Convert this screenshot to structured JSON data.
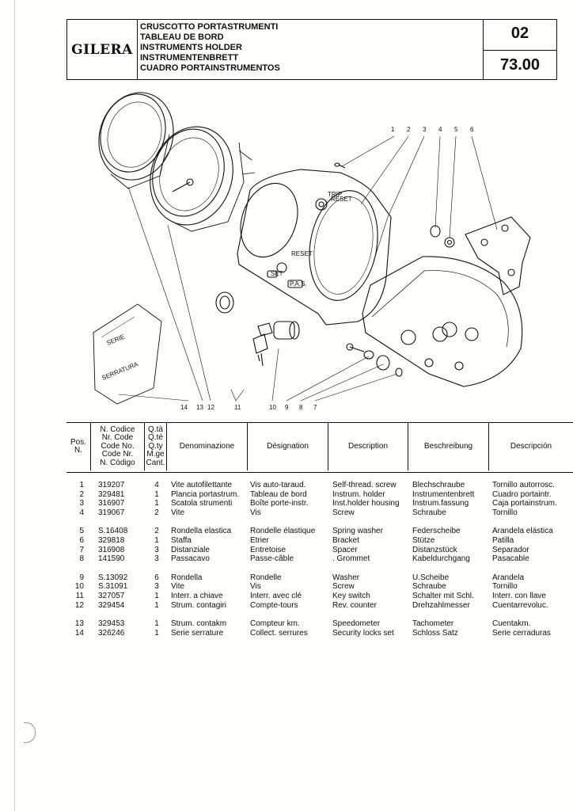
{
  "header": {
    "brand": "GILERA",
    "titles": [
      "CRUSCOTTO PORTASTRUMENTI",
      "TABLEAU DE BORD",
      "INSTRUMENTS HOLDER",
      "INSTRUMENTENBRETT",
      "CUADRO PORTAINSTRUMENTOS"
    ],
    "table_no": "02",
    "page_no": "73.00"
  },
  "drawing": {
    "callouts_top": [
      "1",
      "2",
      "3",
      "4",
      "5",
      "6"
    ],
    "callouts_bottom": [
      "14",
      "13",
      "12",
      "11",
      "10",
      "9",
      "8",
      "7"
    ],
    "bag_text": [
      "SERIE",
      "SERRATURA"
    ],
    "panel_text": [
      "TRIP",
      "RESET",
      "SET",
      "RESET",
      "P.A.S."
    ]
  },
  "columns": {
    "pos": [
      "Pos.",
      "N."
    ],
    "code": [
      "N. Codice",
      "Nr. Code",
      "Code No.",
      "Code Nr.",
      "N. Código"
    ],
    "qty": [
      "Q.tà",
      "Q.té",
      "Q.ty",
      "M.ge",
      "Cant."
    ],
    "it": "Denominazione",
    "fr": "Désignation",
    "en": "Description",
    "de": "Beschreibung",
    "es": "Descripción"
  },
  "rows": [
    {
      "pos": "1",
      "code": "319207",
      "qty": "4",
      "it": "Vite autofilettante",
      "fr": "Vis auto-taraud.",
      "en": "Self-thread. screw",
      "de": "Blechschraube",
      "es": "Tornillo autorrosc."
    },
    {
      "pos": "2",
      "code": "329481",
      "qty": "1",
      "it": "Plancia portastrum.",
      "fr": "Tableau de bord",
      "en": "Instrum. holder",
      "de": "Instrumentenbrett",
      "es": "Cuadro portaintr."
    },
    {
      "pos": "3",
      "code": "316907",
      "qty": "1",
      "it": "Scatola strumenti",
      "fr": "Boîte porte-instr.",
      "en": "Inst.holder housing",
      "de": "Instrum.fassung",
      "es": "Caja portainstrum."
    },
    {
      "pos": "4",
      "code": "319067",
      "qty": "2",
      "it": "Vite",
      "fr": "Vis",
      "en": "Screw",
      "de": "Schraube",
      "es": "Tornillo"
    },
    {
      "pos": "5",
      "code": "S.16408",
      "qty": "2",
      "it": "Rondella elastica",
      "fr": "Rondelle élastique",
      "en": "Spring washer",
      "de": "Federscheibe",
      "es": "Arandela elástica"
    },
    {
      "pos": "6",
      "code": "329818",
      "qty": "1",
      "it": "Staffa",
      "fr": "Etrier",
      "en": "Bracket",
      "de": "Stütze",
      "es": "Patilla"
    },
    {
      "pos": "7",
      "code": "316908",
      "qty": "3",
      "it": "Distanziale",
      "fr": "Entretoise",
      "en": "Spacer",
      "de": "Distanzstück",
      "es": "Separador"
    },
    {
      "pos": "8",
      "code": "141590",
      "qty": "3",
      "it": "Passacavo",
      "fr": "Passe-câble",
      "en": ". Grommet",
      "de": "Kabeldurchgang",
      "es": "Pasacable"
    },
    {
      "pos": "9",
      "code": "S.13092",
      "qty": "6",
      "it": "Rondella",
      "fr": "Rondelle",
      "en": "Washer",
      "de": "U.Scheibe",
      "es": "Arandela"
    },
    {
      "pos": "10",
      "code": "S.31091",
      "qty": "3",
      "it": "Vite",
      "fr": "Vis",
      "en": "Screw",
      "de": "Schraube",
      "es": "Tornillo"
    },
    {
      "pos": "11",
      "code": "327057",
      "qty": "1",
      "it": "Interr. a chiave",
      "fr": "Interr. avec clé",
      "en": "Key switch",
      "de": "Schalter mit Schl.",
      "es": "Interr. con llave"
    },
    {
      "pos": "12",
      "code": "329454",
      "qty": "1",
      "it": "Strum. contagiri",
      "fr": "Compte-tours",
      "en": "Rev. counter",
      "de": "Drehzahlmesser",
      "es": "Cuentarrevoluc."
    },
    {
      "pos": "13",
      "code": "329453",
      "qty": "1",
      "it": "Strum. contakm",
      "fr": "Compteur km.",
      "en": "Speedometer",
      "de": "Tachometer",
      "es": "Cuentakm."
    },
    {
      "pos": "14",
      "code": "326246",
      "qty": "1",
      "it": "Serie serrature",
      "fr": "Collect. serrures",
      "en": "Security locks set",
      "de": "Schloss Satz",
      "es": "Serie cerraduras"
    }
  ]
}
